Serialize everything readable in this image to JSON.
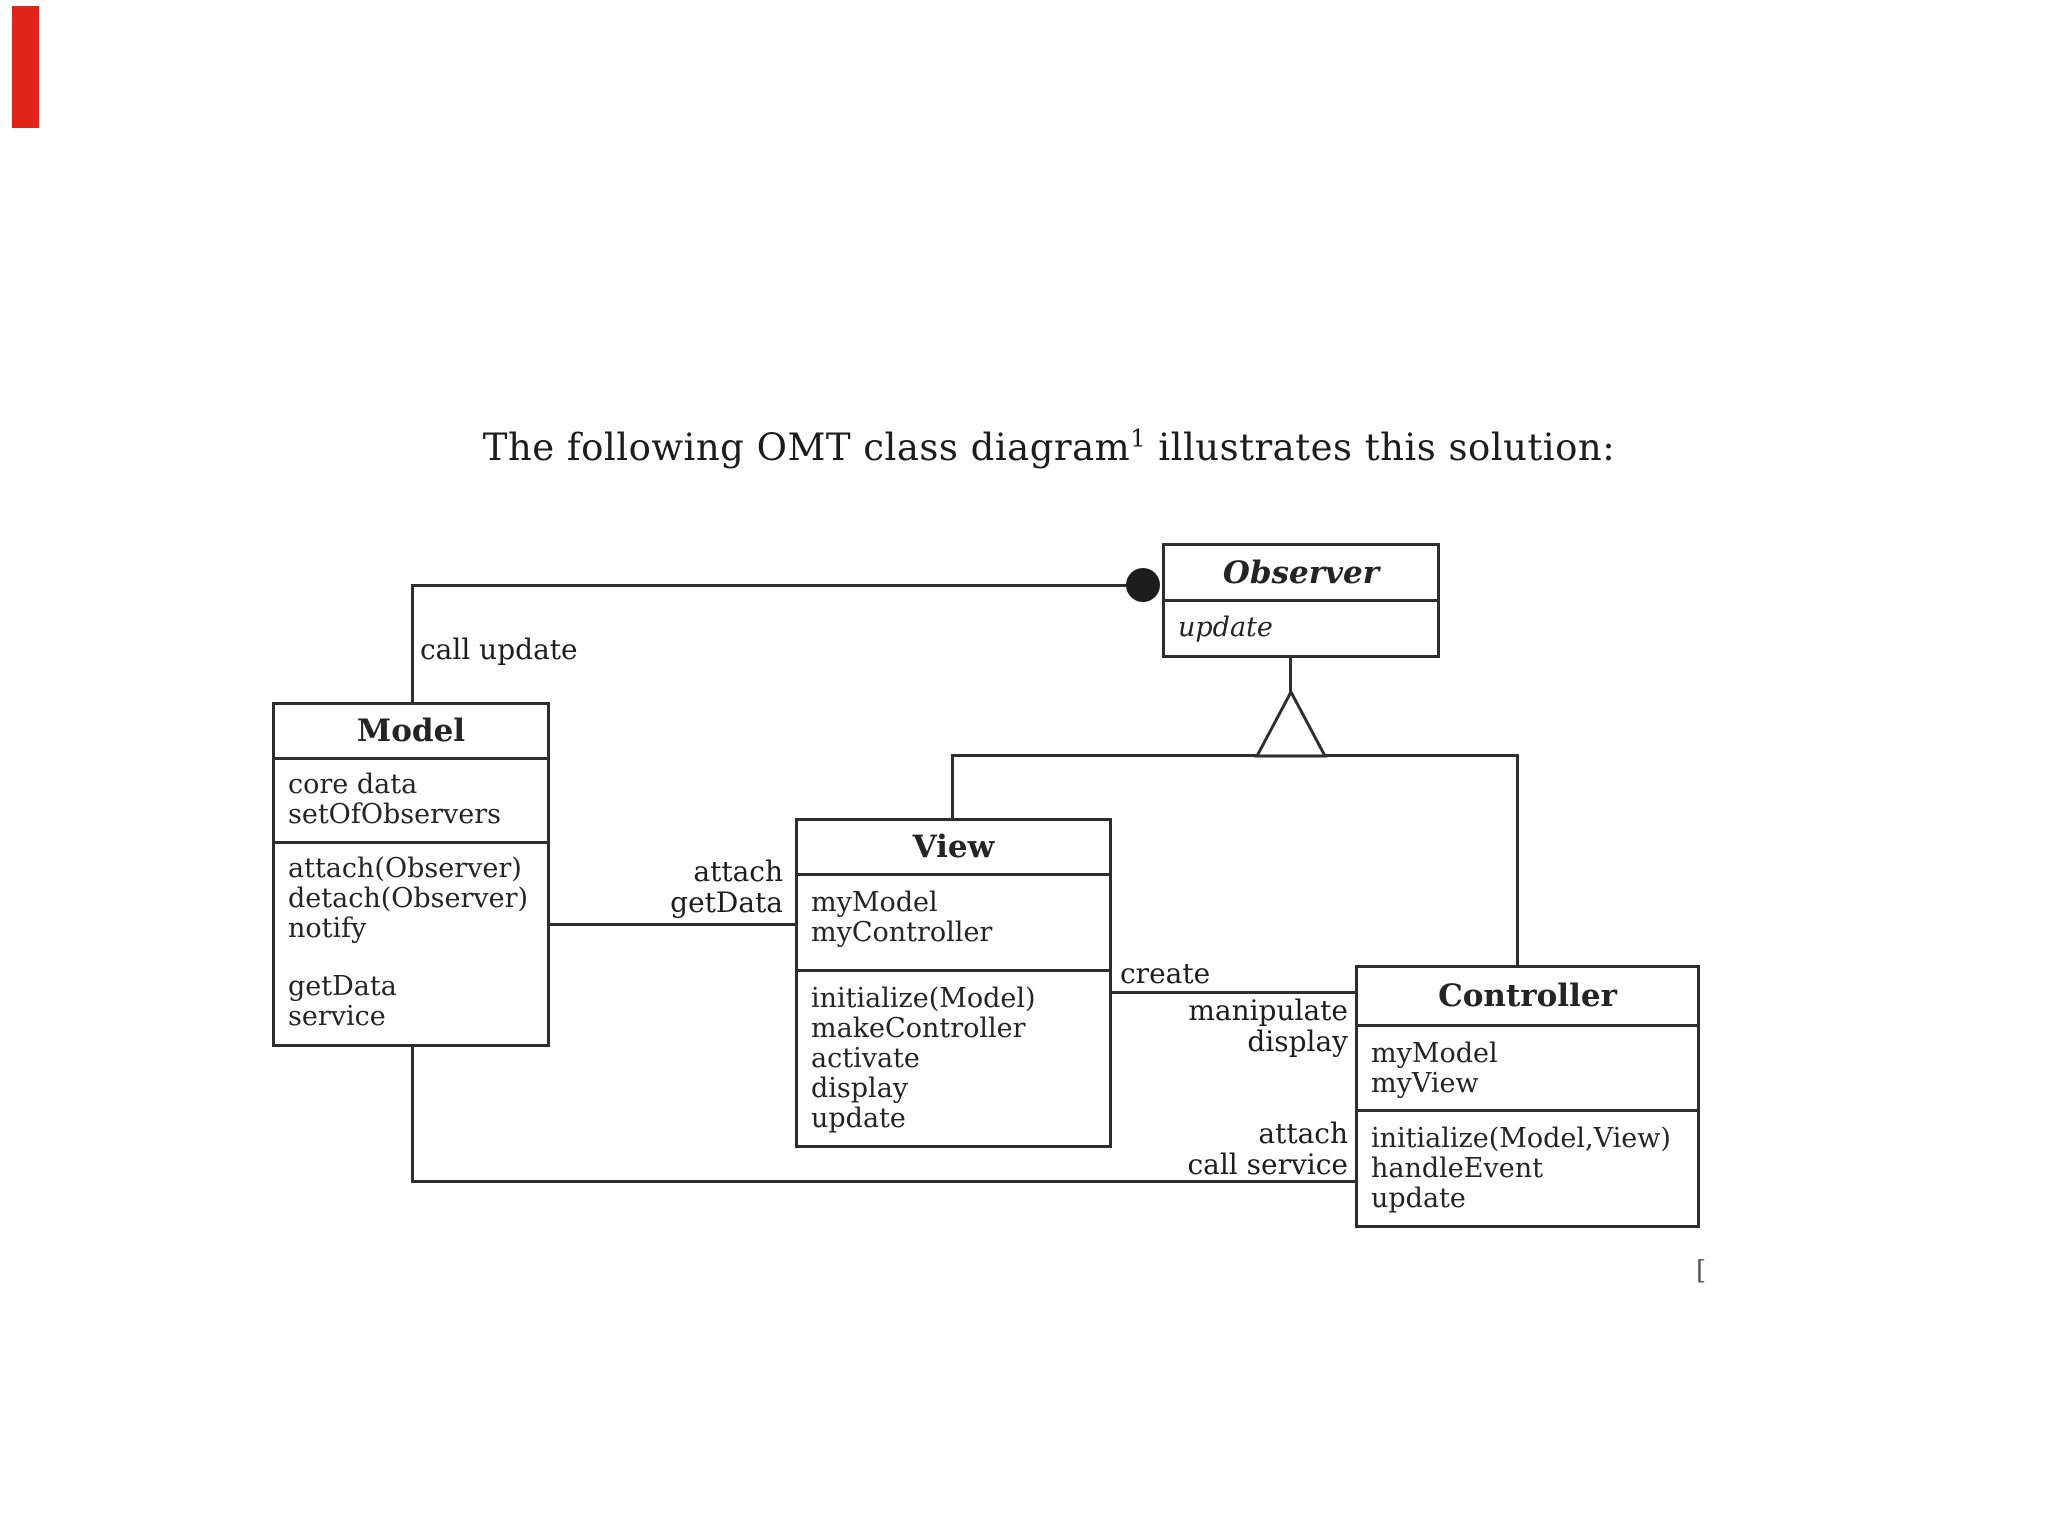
{
  "caption": {
    "pre": "The following OMT class diagram",
    "sup": "1",
    "post": " illustrates this solution:"
  },
  "classes": {
    "observer": {
      "title": "Observer",
      "operation": "update"
    },
    "model": {
      "title": "Model",
      "attributes": [
        "core data",
        "setOfObservers"
      ],
      "operations_a": [
        "attach(Observer)",
        "detach(Observer)",
        "notify"
      ],
      "operations_b": [
        "getData",
        "service"
      ]
    },
    "view": {
      "title": "View",
      "attributes": [
        "myModel",
        "myController"
      ],
      "operations": [
        "initialize(Model)",
        "makeController",
        "activate",
        "display",
        "update"
      ]
    },
    "controller": {
      "title": "Controller",
      "attributes": [
        "myModel",
        "myView"
      ],
      "operations": [
        "initialize(Model,View)",
        "handleEvent",
        "update"
      ]
    }
  },
  "edge_labels": {
    "call_update": "call update",
    "attach_view": "attach",
    "get_data": "getData",
    "create": "create",
    "manipulate": "manipulate",
    "display": "display",
    "attach_controller": "attach",
    "call_service": "call service"
  },
  "artifacts": {
    "stray_bracket": "["
  },
  "colors": {
    "red_bar": "#e02419",
    "ink": "#2e2e2e"
  }
}
